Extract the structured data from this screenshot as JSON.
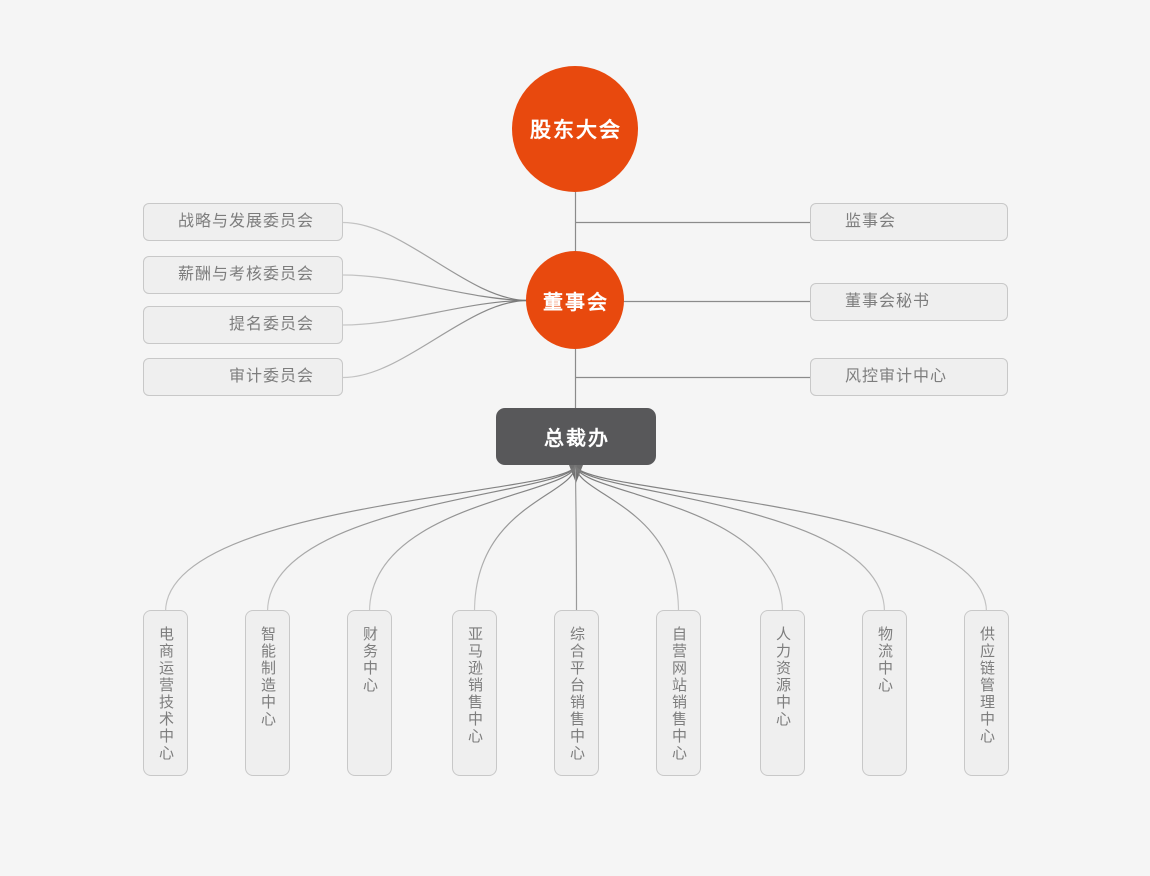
{
  "nodes": {
    "shareholders": {
      "label": "股东大会"
    },
    "board": {
      "label": "董事会"
    },
    "president_office": {
      "label": "总裁办"
    }
  },
  "left_committees": [
    {
      "label": "战略与发展委员会"
    },
    {
      "label": "薪酬与考核委员会"
    },
    {
      "label": "提名委员会"
    },
    {
      "label": "审计委员会"
    }
  ],
  "right_nodes": [
    {
      "label": "监事会"
    },
    {
      "label": "董事会秘书"
    },
    {
      "label": "风控审计中心"
    }
  ],
  "departments": [
    {
      "label": "电商运营技术中心"
    },
    {
      "label": "智能制造中心"
    },
    {
      "label": "财务中心"
    },
    {
      "label": "亚马逊销售中心"
    },
    {
      "label": "综合平台销售中心"
    },
    {
      "label": "自营网站销售中心"
    },
    {
      "label": "人力资源中心"
    },
    {
      "label": "物流中心"
    },
    {
      "label": "供应链管理中心"
    }
  ],
  "colors": {
    "background": "#f5f5f5",
    "accent_orange": "#e8490e",
    "dark_node": "#58585a",
    "node_fill": "#efefef",
    "node_border": "#c8c8c8",
    "node_text": "#7d7d7d",
    "node_text_light": "#ffffff",
    "connector": "#8b8b8b"
  }
}
